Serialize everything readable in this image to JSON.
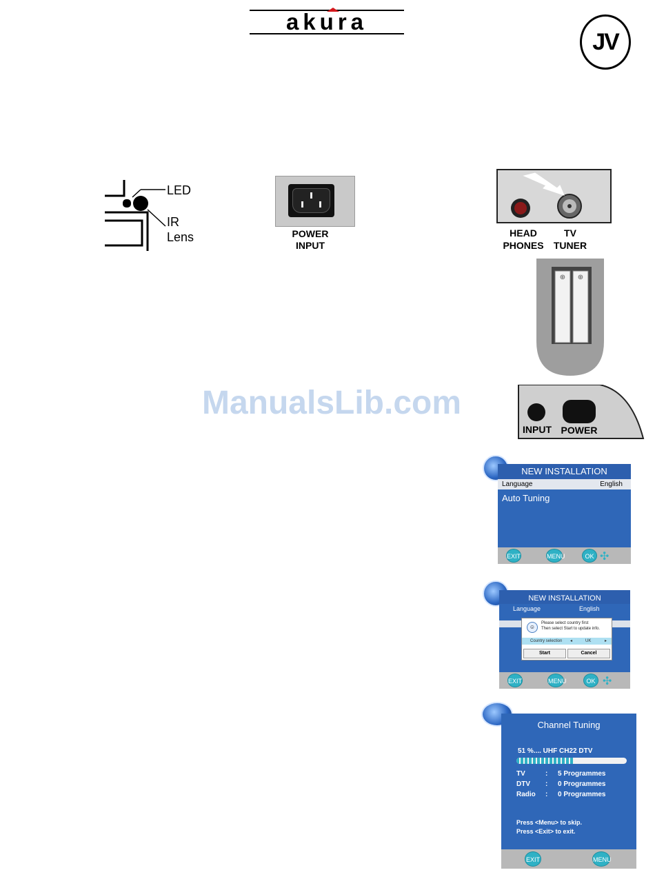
{
  "header": {
    "brand_name": "akura",
    "jv_logo": "JV"
  },
  "front_panel": {
    "led_label": "LED",
    "ir_label_line1": "IR",
    "ir_label_line2": "Lens"
  },
  "power_input": {
    "line1": "POWER",
    "line2": "INPUT"
  },
  "side_panel": {
    "head_line1": "HEAD",
    "head_line2": "PHONES",
    "tv_line1": "TV",
    "tv_line2": "TUNER"
  },
  "input_power_panel": {
    "input_label": "INPUT",
    "power_label": "POWER"
  },
  "watermark": "ManualsLib.com",
  "screen1": {
    "title": "NEW INSTALLATION",
    "row_label": "Language",
    "row_value": "English",
    "item": "Auto Tuning",
    "btn_exit": "EXIT",
    "btn_menu": "MENU",
    "btn_ok": "OK"
  },
  "screen2": {
    "title": "NEW INSTALLATION",
    "row_label": "Language",
    "row_value": "English",
    "dialog_line1": "Please select country first",
    "dialog_line2": "Then select Start to update info.",
    "country_label": "Country selection",
    "country_value": "UK",
    "start": "Start",
    "cancel": "Cancel",
    "btn_exit": "EXIT",
    "btn_menu": "MENU",
    "btn_ok": "OK"
  },
  "screen3": {
    "title": "Channel Tuning",
    "progress_text": "51 %.... UHF CH22 DTV",
    "progress_fraction": 0.51,
    "rows": [
      {
        "label": "TV",
        "sep": ":",
        "value": "5 Programmes"
      },
      {
        "label": "DTV",
        "sep": ":",
        "value": "0 Programmes"
      },
      {
        "label": "Radio",
        "sep": ":",
        "value": "0 Programmes"
      }
    ],
    "hint1": "Press <Menu> to skip.",
    "hint2": "Press <Exit> to exit.",
    "btn_exit": "EXIT",
    "btn_menu": "MENU"
  }
}
